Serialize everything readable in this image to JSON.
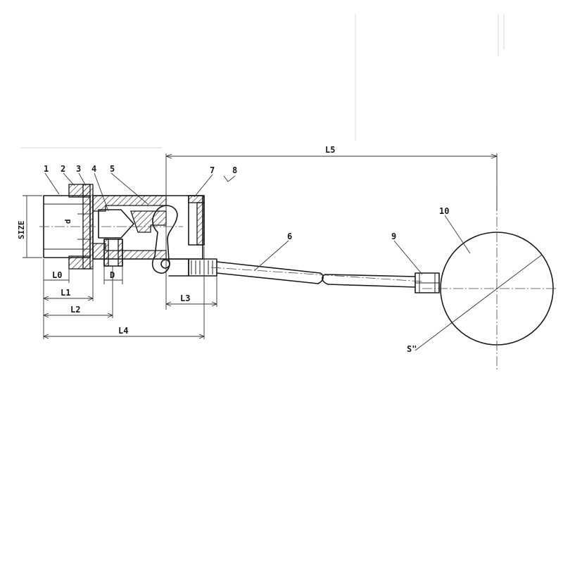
{
  "parts": {
    "p1": "1",
    "p2": "2",
    "p3": "3",
    "p4": "4",
    "p5": "5",
    "p6": "6",
    "p7": "7",
    "p8": "8",
    "p9": "9",
    "p10": "10"
  },
  "dimensions": {
    "size": "SIZE",
    "d_small": "d",
    "d_big": "D",
    "l0": "L0",
    "l1": "L1",
    "l2": "L2",
    "l3": "L3",
    "l4": "L4",
    "l5": "L5",
    "s": "S\""
  }
}
